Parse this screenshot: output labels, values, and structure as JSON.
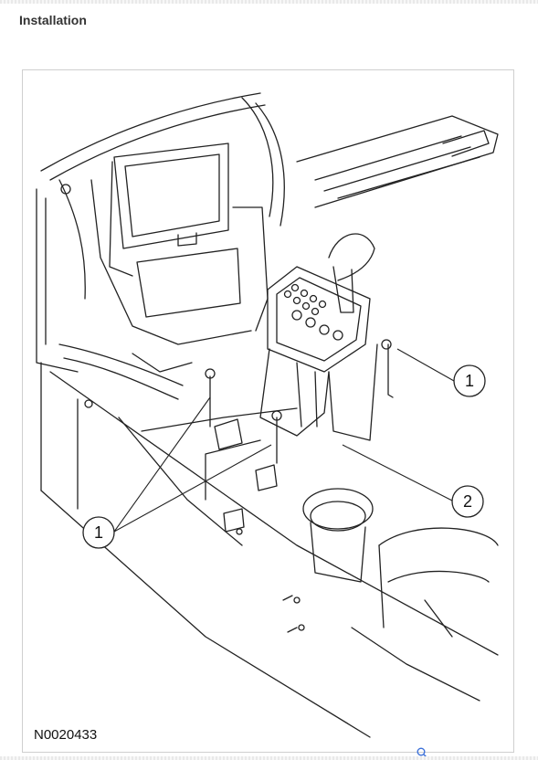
{
  "section": {
    "title": "Installation"
  },
  "figure": {
    "id": "N0020433",
    "callouts": [
      {
        "label": "1"
      },
      {
        "label": "2"
      },
      {
        "label": "1"
      }
    ]
  }
}
